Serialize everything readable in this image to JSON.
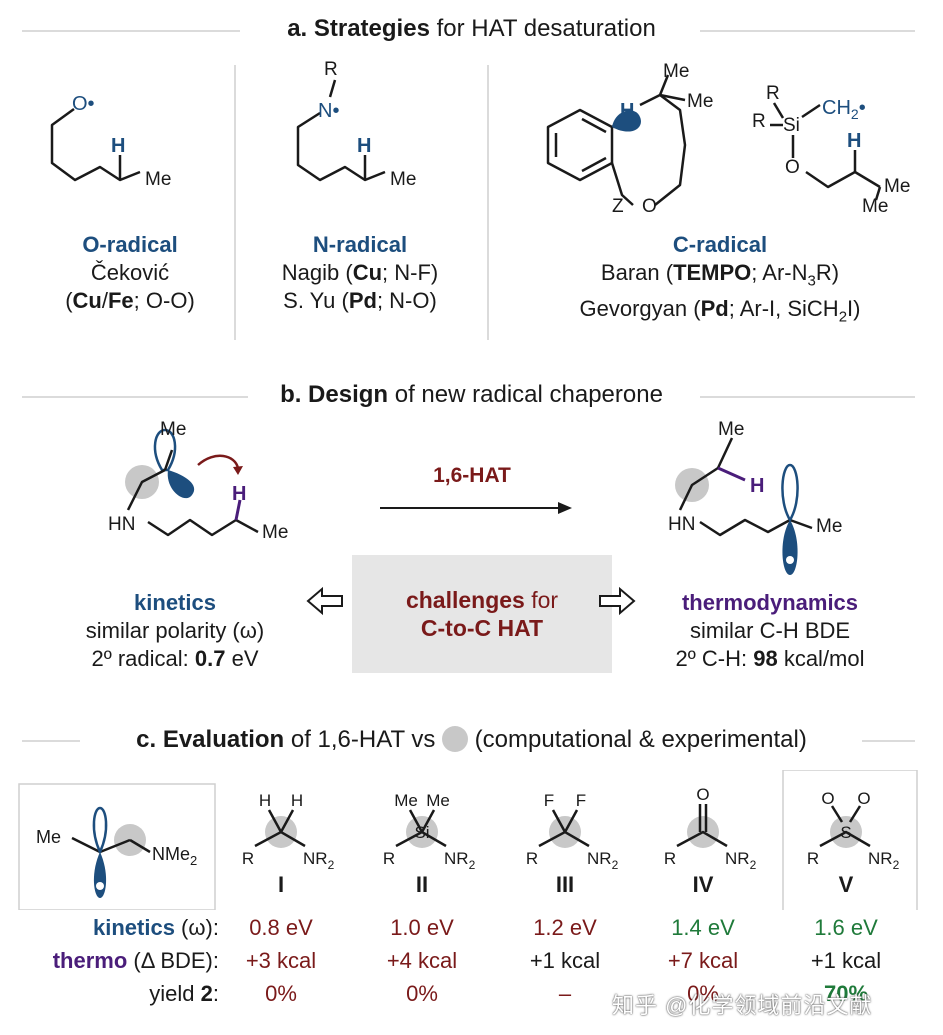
{
  "section_a": {
    "header_bold": "a. Strategies",
    "header_rest": " for HAT desaturation",
    "o_radical": {
      "title": "O-radical",
      "line1": "Čeković",
      "line2_b1": "Cu",
      "line2_sep": "/",
      "line2_b2": "Fe",
      "line2_rest": "; O-O)",
      "open": "("
    },
    "n_radical": {
      "title": "N-radical",
      "l1_pre": "Nagib (",
      "l1_b": "Cu",
      "l1_post": "; N-F)",
      "l2_pre": "S. Yu (",
      "l2_b": "Pd",
      "l2_post": "; N-O)"
    },
    "c_radical": {
      "title": "C-radical",
      "l1_pre": "Baran (",
      "l1_b": "TEMPO",
      "l1_post": "; Ar-N",
      "l1_sub": "3",
      "l1_end": "R)",
      "l2_pre": "Gevorgyan (",
      "l2_b": "Pd",
      "l2_post": "; Ar-I, SiCH",
      "l2_sub": "2",
      "l2_end": "I)"
    },
    "atoms": {
      "o_dot": "O•",
      "h": "H",
      "me": "Me",
      "r": "R",
      "n_dot": "N•",
      "z": "Z",
      "o": "O",
      "si": "Si",
      "ch2": "CH",
      "ch2_sub": "2",
      "dot": "•"
    }
  },
  "section_b": {
    "header_bold": "b. Design",
    "header_rest": " of new radical chaperone",
    "arrow_label": "1,6-HAT",
    "kinetics": {
      "title": "kinetics",
      "line1": "similar polarity (ω)",
      "line2_pre": "2º radical: ",
      "line2_b": "0.7",
      "line2_post": " eV"
    },
    "challenges": {
      "line1_b": "challenges",
      "line1_rest": " for",
      "line2": "C-to-C HAT"
    },
    "thermo": {
      "title": "thermodynamics",
      "line1": "similar C-H BDE",
      "line2_pre": "2º C-H: ",
      "line2_b": "98",
      "line2_post": " kcal/mol"
    },
    "atoms": {
      "me": "Me",
      "hn": "HN",
      "h": "H"
    }
  },
  "section_c": {
    "header_bold": "c. Evaluation",
    "header_mid": " of 1,6-HAT vs ",
    "header_rest": " (computational & experimental)",
    "model": {
      "me": "Me",
      "nme2": "NMe",
      "sub": "2"
    },
    "compounds": [
      {
        "id": "I",
        "top1": "H",
        "top2": "H",
        "center": "",
        "kinetics": "0.8 eV",
        "kin_color": "#7a1a1a",
        "thermo": "+3 kcal",
        "th_color": "#7a1a1a",
        "yield": "0%",
        "y_color": "#7a1a1a"
      },
      {
        "id": "II",
        "top1": "Me",
        "top2": "Me",
        "center": "Si",
        "kinetics": "1.0 eV",
        "kin_color": "#7a1a1a",
        "thermo": "+4 kcal",
        "th_color": "#7a1a1a",
        "yield": "0%",
        "y_color": "#7a1a1a"
      },
      {
        "id": "III",
        "top1": "F",
        "top2": "F",
        "center": "",
        "kinetics": "1.2  eV",
        "kin_color": "#7a1a1a",
        "thermo": "+1 kcal",
        "th_color": "#1a1a1a",
        "yield": "–",
        "y_color": "#7a1a1a"
      },
      {
        "id": "IV",
        "top1": "O",
        "top2": "",
        "center": "",
        "kinetics": "1.4 eV",
        "kin_color": "#1f7a3a",
        "thermo": "+7 kcal",
        "th_color": "#7a1a1a",
        "yield": "0%",
        "y_color": "#7a1a1a"
      },
      {
        "id": "V",
        "top1": "O",
        "top2": "O",
        "center": "S",
        "kinetics": "1.6 eV",
        "kin_color": "#1f7a3a",
        "thermo": "+1 kcal",
        "th_color": "#1a1a1a",
        "yield": "70%",
        "y_color": "#1f7a3a"
      }
    ],
    "sub_r": "R",
    "sub_nr": "NR",
    "sub_2": "2",
    "row_kinetics": {
      "b": "kinetics",
      "rest": " (ω):"
    },
    "row_thermo": {
      "b": "thermo",
      "rest": " (Δ BDE):"
    },
    "row_yield": {
      "pre": "yield ",
      "b": "2",
      "post": ":"
    }
  },
  "watermark": "知乎 @化学领域前沿文献",
  "colors": {
    "blue": "#1d4e7e",
    "red": "#7a1a1a",
    "purple": "#4a1d7a",
    "green": "#1f7a3a",
    "gray_circle": "#c8c8c8",
    "box_bg": "#e6e6e6"
  }
}
